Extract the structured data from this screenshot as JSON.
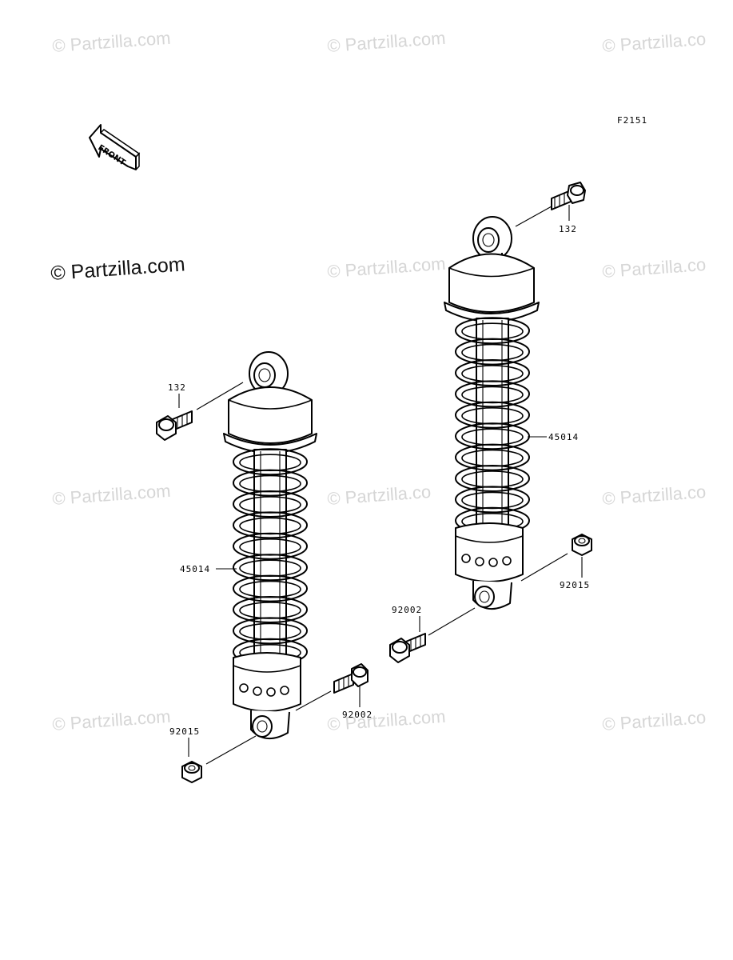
{
  "figure_code": "F2151",
  "watermark_text": "© Partzilla.com",
  "watermark_text_short": "© Partzilla.co",
  "front_arrow_label": "FRONT",
  "callouts": {
    "bolt_top_right": "132",
    "bolt_top_left": "132",
    "shock_right": "45014",
    "shock_left": "45014",
    "nut_right": "92015",
    "bolt_bottom_right": "92002",
    "bolt_bottom_left": "92002",
    "nut_left": "92015"
  }
}
